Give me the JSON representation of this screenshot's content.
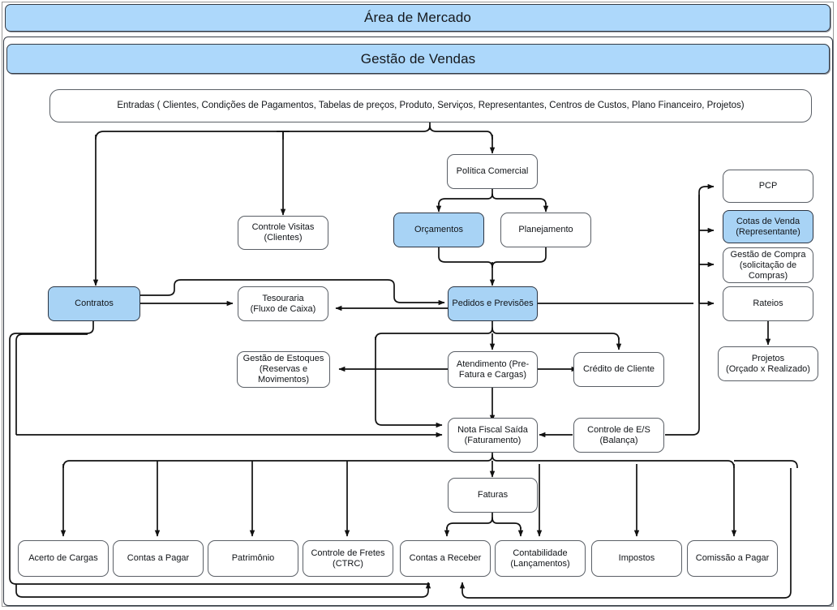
{
  "diagram": {
    "title_band": "Área de Mercado",
    "subtitle_band": "Gestão de Vendas",
    "accent_blue": "#A8D3F5",
    "band_blue": "#ADD8FB",
    "border_color": "#5a5f66",
    "type": "flowchart"
  },
  "nodes": {
    "entradas": "Entradas ( Clientes, Condições de Pagamentos, Tabelas de preços, Produto, Serviços, Representantes, Centros de Custos, Plano Financeiro, Projetos)",
    "politica_comercial": "Política Comercial",
    "controle_visitas": "Controle Visitas\n(Clientes)",
    "orcamentos": "Orçamentos",
    "planejamento": "Planejamento",
    "contratos": "Contratos",
    "tesouraria": "Tesouraria\n(Fluxo de Caixa)",
    "pedidos_previsoes": "Pedidos e Previsões",
    "pcp": "PCP",
    "cotas_venda": "Cotas de Venda\n(Representante)",
    "gestao_compra": "Gestão de Compra\n(solicitação de\nCompras)",
    "rateios": "Rateios",
    "projetos": "Projetos\n(Orçado x Realizado)",
    "gestao_estoques": "Gestão de Estoques\n(Reservas e\nMovimentos)",
    "atendimento": "Atendimento (Pre-\nFatura e Cargas)",
    "credito_cliente": "Crédito de Cliente",
    "nota_fiscal": "Nota Fiscal Saída\n(Faturamento)",
    "controle_es": "Controle de E/S\n(Balança)",
    "faturas": "Faturas",
    "acerto_cargas": "Acerto de Cargas",
    "contas_pagar": "Contas a Pagar",
    "patrimonio": "Patrimônio",
    "controle_fretes": "Controle de Fretes\n(CTRC)",
    "contas_receber": "Contas a Receber",
    "contabilidade": "Contabilidade\n(Lançamentos)",
    "impostos": "Impostos",
    "comissao_pagar": "Comissão a Pagar"
  }
}
